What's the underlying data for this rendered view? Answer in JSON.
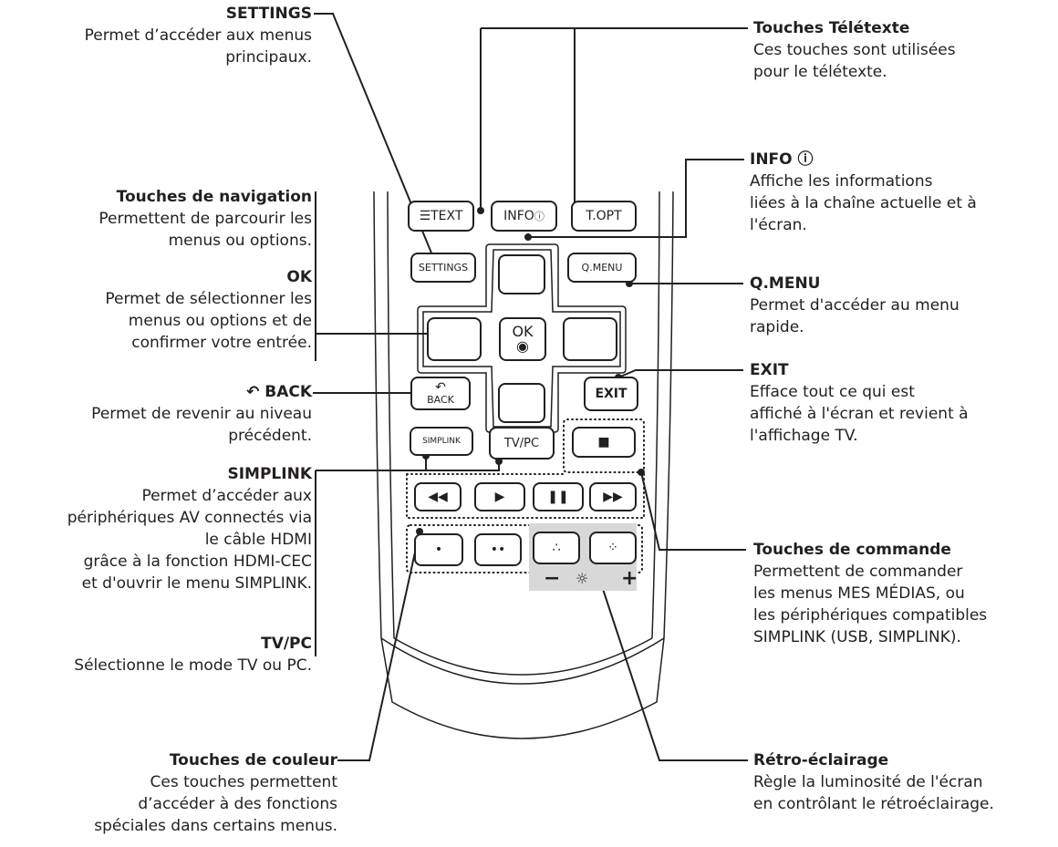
{
  "annotations": {
    "settings": {
      "title": "SETTINGS",
      "lines": [
        "Permet d’accéder aux menus",
        "principaux."
      ]
    },
    "navigation": {
      "title": "Touches de navigation",
      "lines": [
        "Permettent de parcourir les",
        "menus ou options."
      ]
    },
    "ok": {
      "title": "OK",
      "lines": [
        "Permet de sélectionner les",
        "menus ou options et de",
        "confirmer votre entrée."
      ]
    },
    "back": {
      "title": "BACK",
      "lines": [
        "Permet de revenir au niveau",
        "précédent."
      ]
    },
    "simplink": {
      "title": "SIMPLINK",
      "lines": [
        "Permet d’accéder aux",
        "périphériques AV connectés via",
        "le câble HDMI",
        "grâce à la fonction HDMI-CEC",
        "et d'ouvrir le menu SIMPLINK."
      ]
    },
    "tvpc": {
      "title": "TV/PC",
      "lines": [
        "Sélectionne le mode TV ou PC."
      ]
    },
    "couleur": {
      "title": "Touches de couleur",
      "lines": [
        "Ces touches permettent",
        "d’accéder à des fonctions",
        "spéciales dans certains menus."
      ]
    },
    "teletexte": {
      "title": "Touches Télétexte",
      "lines": [
        "Ces touches sont utilisées",
        "pour le télétexte."
      ]
    },
    "info": {
      "title": "INFO ⓘ",
      "lines": [
        "Affiche les informations",
        "liées à la chaîne actuelle et à",
        "l'écran."
      ]
    },
    "qmenu": {
      "title": "Q.MENU",
      "lines": [
        "Permet d'accéder au menu",
        "rapide."
      ]
    },
    "exit": {
      "title": "EXIT",
      "lines": [
        "Efface tout ce qui est",
        "affiché à l'écran et revient à",
        "l'affichage TV."
      ]
    },
    "commande": {
      "title": "Touches de commande",
      "lines": [
        "Permettent de commander",
        "les menus MES MÉDIAS, ou",
        "les périphériques compatibles",
        "SIMPLINK (USB, SIMPLINK)."
      ]
    },
    "retro": {
      "title": "Rétro-éclairage",
      "lines": [
        "Règle la luminosité de l'écran",
        "en contrôlant le rétroéclairage."
      ]
    }
  },
  "buttons": {
    "text": "TEXT",
    "info": "INFO",
    "topt": "T.OPT",
    "settings": "SETTINGS",
    "qmenu": "Q.MENU",
    "ok": "OK",
    "back": "BACK",
    "exit": "EXIT",
    "simplink": "SIMPLINK",
    "tvpc": "TV/PC",
    "minus": "−",
    "plus": "+"
  },
  "icons": {
    "up": "up-arrow-icon",
    "down": "down-arrow-icon",
    "left": "left-arrow-icon",
    "right": "right-arrow-icon",
    "stop": "stop-icon",
    "rewind": "rewind-icon",
    "play": "play-icon",
    "pause": "pause-icon",
    "forward": "fast-forward-icon",
    "backlight": "sun-icon",
    "back": "back-arrow-icon"
  },
  "colors": {
    "ink": "#231f20",
    "backlight_panel": "#d8d8d8",
    "red": "#000000"
  }
}
